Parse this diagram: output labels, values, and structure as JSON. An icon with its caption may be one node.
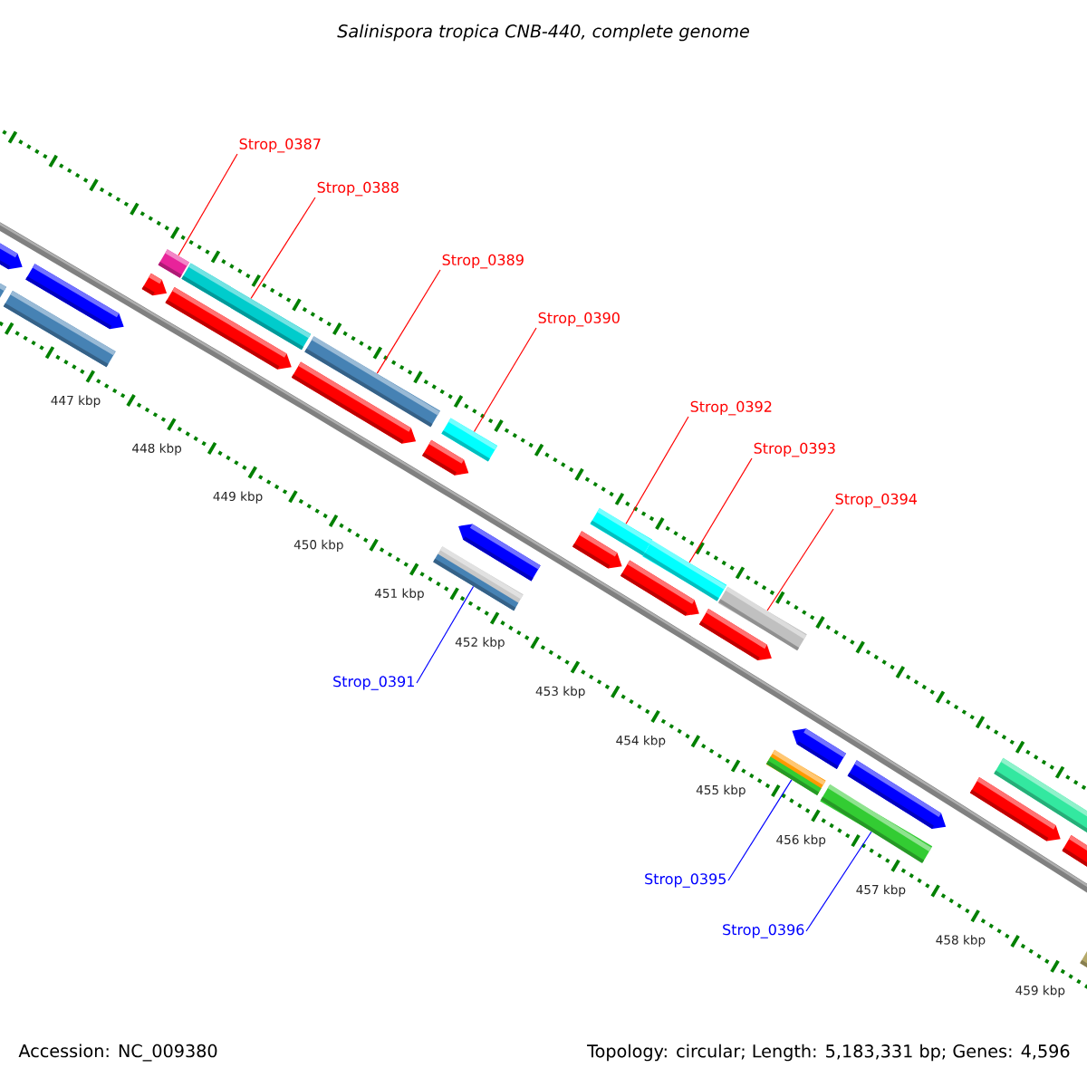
{
  "diagram": {
    "title": "Salinispora tropica CNB-440, complete genome",
    "nodes": [
      {
        "text": [
          "Strop_0387"
        ]
      },
      {
        "text": [
          "Strop_0388"
        ]
      },
      {
        "text": [
          "Strop_0389"
        ]
      },
      {
        "text": [
          "Strop_0390"
        ]
      },
      {
        "text": [
          "Strop_0392"
        ]
      },
      {
        "text": [
          "Strop_0393"
        ]
      },
      {
        "text": [
          "Strop_0394"
        ]
      },
      {
        "text": [
          "Strop_0391"
        ]
      },
      {
        "text": [
          "Strop_0395"
        ]
      },
      {
        "text": [
          "Strop_0396"
        ]
      },
      {
        "text": [],
        "shape": "bar"
      },
      {
        "text": [],
        "shape": "bar"
      },
      {
        "text": [],
        "shape": "bar"
      },
      {
        "text": [],
        "shape": "bar"
      },
      {
        "text": [],
        "shape": "bar"
      },
      {
        "text": [],
        "shape": "bar"
      },
      {
        "text": [],
        "shape": "bar"
      },
      {
        "text": [],
        "shape": "bar"
      },
      {
        "text": [],
        "shape": "bar"
      },
      {
        "text": [],
        "shape": "bar"
      }
    ],
    "edges": [
      {
        "from": 0,
        "to": 10,
        "arrow": "none"
      },
      {
        "from": 1,
        "to": 11,
        "arrow": "none"
      },
      {
        "from": 2,
        "to": 12,
        "arrow": "none"
      },
      {
        "from": 3,
        "to": 13,
        "arrow": "none"
      },
      {
        "from": 4,
        "to": 15,
        "arrow": "none"
      },
      {
        "from": 5,
        "to": 16,
        "arrow": "none"
      },
      {
        "from": 6,
        "to": 17,
        "arrow": "none"
      },
      {
        "from": 7,
        "to": 14,
        "arrow": "none",
        "color": "#0000ff"
      },
      {
        "from": 8,
        "to": 18,
        "arrow": "none",
        "color": "#0000ff"
      },
      {
        "from": 9,
        "to": 19,
        "arrow": "none",
        "color": "#0000ff"
      }
    ],
    "labels": [
      "447 kbp",
      "448 kbp",
      "449 kbp",
      "450 kbp",
      "451 kbp",
      "452 kbp",
      "453 kbp",
      "454 kbp",
      "455 kbp",
      "456 kbp",
      "457 kbp",
      "458 kbp",
      "459 kbp",
      "Accession: NC_009380",
      "Topology: circular; Length: 5,183,331 bp; Genes: 4,596"
    ]
  }
}
